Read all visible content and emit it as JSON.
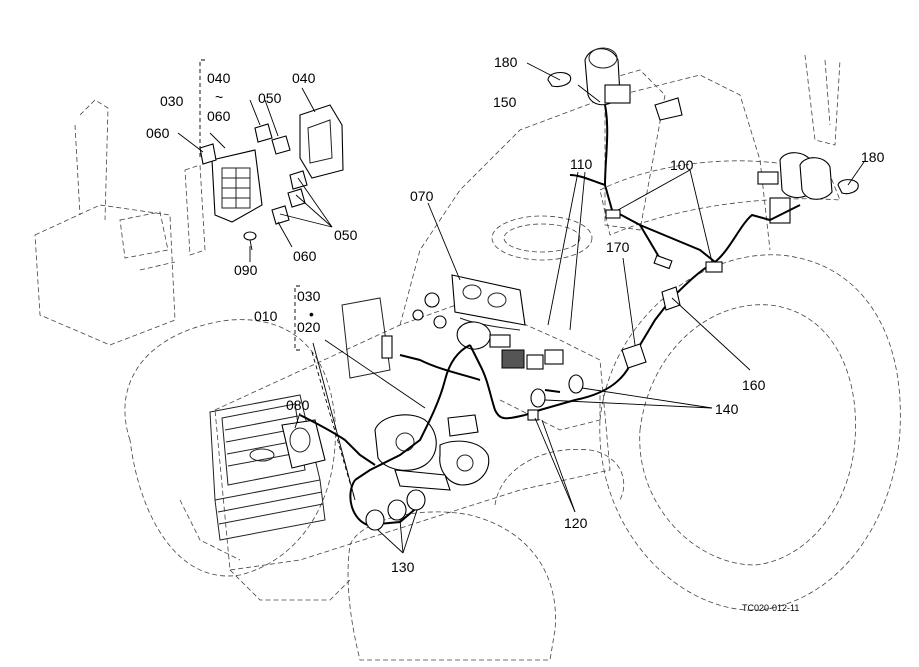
{
  "callouts": {
    "c180a": "180",
    "c150": "150",
    "c110": "110",
    "c100": "100",
    "c180b": "180",
    "c040a": "040",
    "c040b": "040",
    "c030a": "030",
    "c050a": "050",
    "c060a": "060",
    "c060b": "060",
    "c060c": "060",
    "c070": "070",
    "c050b": "050",
    "c090": "090",
    "c170": "170",
    "c010": "010",
    "c030b": "030",
    "c020": "020",
    "c160": "160",
    "c080": "080",
    "c140": "140",
    "c120": "120",
    "c130": "130"
  },
  "tilde": "~",
  "bullet": "•",
  "drawing_code": "TC020-012-11"
}
